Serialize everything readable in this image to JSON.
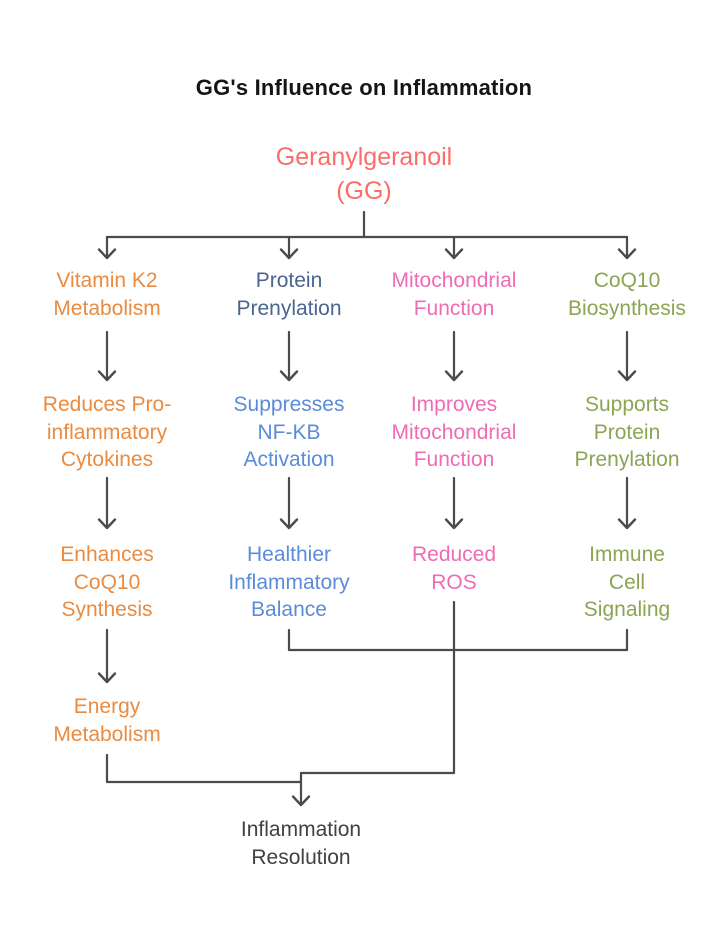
{
  "title": "GG's Influence on Inflammation",
  "colors": {
    "title": "#151515",
    "line": "#4b4b4b",
    "salmon": "#fb6d68",
    "orange": "#e98b40",
    "navy": "#4a6590",
    "blue": "#5b8bd9",
    "pink": "#ee6cb4",
    "green": "#8ba553",
    "sink": "#414141"
  },
  "root": {
    "label": "Geranylgeranoil\n(GG)",
    "color": "#fb6d68"
  },
  "columns": [
    {
      "id": "vitamin-k2",
      "nodes": [
        {
          "label": "Vitamin K2\nMetabolism",
          "color": "#e98b40"
        },
        {
          "label": "Reduces Pro-\ninflammatory\nCytokines",
          "color": "#e98b40"
        },
        {
          "label": "Enhances\nCoQ10\nSynthesis",
          "color": "#e98b40"
        },
        {
          "label": "Energy\nMetabolism",
          "color": "#e98b40"
        }
      ]
    },
    {
      "id": "protein-prenylation",
      "nodes": [
        {
          "label": "Protein\nPrenylation",
          "color": "#4a6590"
        },
        {
          "label": "Suppresses\nNF-KB\nActivation",
          "color": "#5b8bd9"
        },
        {
          "label": "Healthier\nInflammatory\nBalance",
          "color": "#5b8bd9"
        }
      ]
    },
    {
      "id": "mitochondrial-function",
      "nodes": [
        {
          "label": "Mitochondrial\nFunction",
          "color": "#ee6cb4"
        },
        {
          "label": "Improves\nMitochondrial\nFunction",
          "color": "#ee6cb4"
        },
        {
          "label": "Reduced\nROS",
          "color": "#ee6cb4"
        }
      ]
    },
    {
      "id": "coq10-biosynthesis",
      "nodes": [
        {
          "label": "CoQ10\nBiosynthesis",
          "color": "#8ba553"
        },
        {
          "label": "Supports\nProtein\nPrenylation",
          "color": "#8ba553"
        },
        {
          "label": "Immune\nCell\nSignaling",
          "color": "#8ba553"
        }
      ]
    }
  ],
  "sink": {
    "label": "Inflammation\nResolution",
    "color": "#414141"
  }
}
